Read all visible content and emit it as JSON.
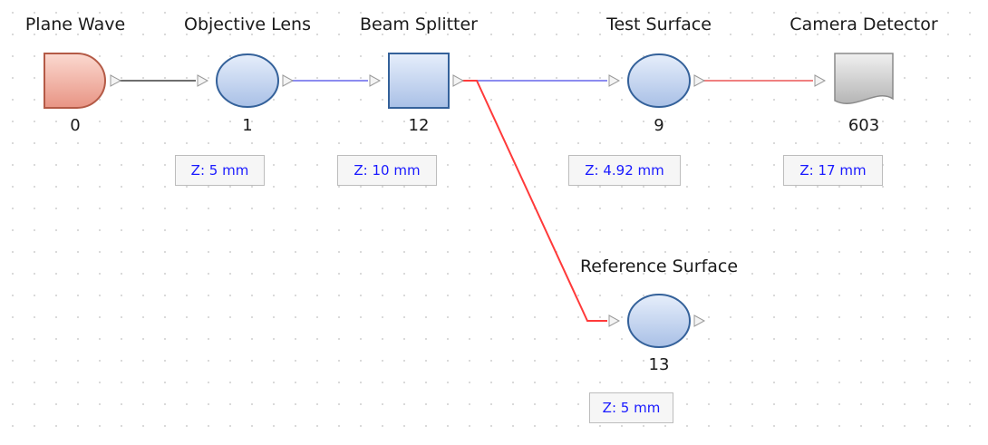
{
  "nodes": [
    {
      "id": "plane-wave",
      "title": "Plane Wave",
      "index": "0",
      "kind": "source",
      "z": ""
    },
    {
      "id": "objective-lens",
      "title": "Objective Lens",
      "index": "1",
      "kind": "lens",
      "z": "Z: 5 mm"
    },
    {
      "id": "beam-splitter",
      "title": "Beam Splitter",
      "index": "12",
      "kind": "splitter",
      "z": "Z: 10 mm"
    },
    {
      "id": "test-surface",
      "title": "Test Surface",
      "index": "9",
      "kind": "surface",
      "z": "Z: 4.92 mm"
    },
    {
      "id": "camera-detector",
      "title": "Camera Detector",
      "index": "603",
      "kind": "detector",
      "z": "Z: 17 mm"
    },
    {
      "id": "reference-surface",
      "title": "Reference Surface",
      "index": "13",
      "kind": "surface",
      "z": "Z: 5 mm"
    }
  ],
  "connections": [
    {
      "from": "plane-wave",
      "to": "objective-lens",
      "color": "#6e6e6e"
    },
    {
      "from": "objective-lens",
      "to": "beam-splitter",
      "color": "#8c8cf0"
    },
    {
      "from": "beam-splitter",
      "to": "test-surface",
      "color": "#8c8cf0"
    },
    {
      "from": "test-surface",
      "to": "camera-detector",
      "color": "#f08080"
    },
    {
      "from": "beam-splitter",
      "to": "reference-surface",
      "color": "#ff3a3a"
    }
  ],
  "colors": {
    "source_fill": "#f0a898",
    "source_stroke": "#b45a46",
    "element_fill": "#c9d8f2",
    "element_stroke": "#34619a",
    "detector_fill": "#cfcfcf",
    "detector_stroke": "#8a8a8a",
    "port_arrow": "#9a9a9a",
    "z_text": "#1a1aff"
  }
}
